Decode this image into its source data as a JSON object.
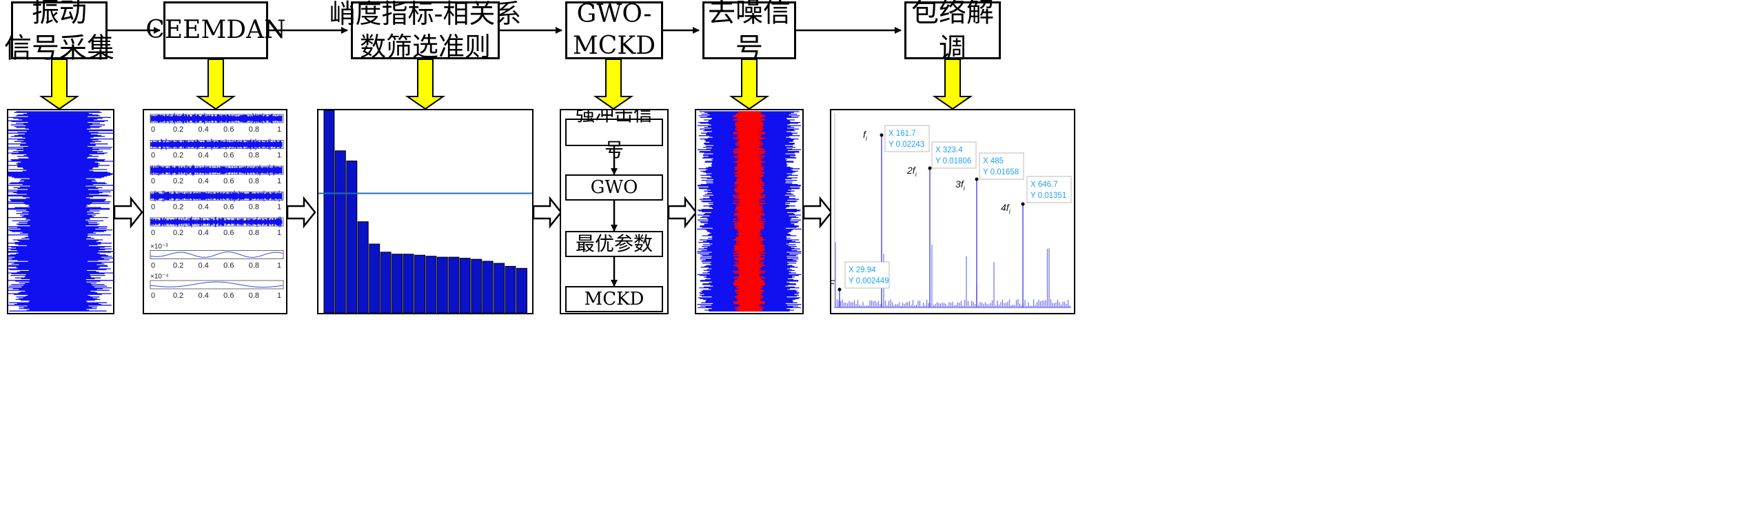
{
  "steps": [
    {
      "label": "振动\n信号采集"
    },
    {
      "label": "CEEMDAN"
    },
    {
      "label": "峭度指标-相关系\n数筛选准则"
    },
    {
      "label": "GWO-\nMCKD"
    },
    {
      "label": "去噪信号"
    },
    {
      "label": "包络解调"
    }
  ],
  "mckd_flow": [
    "强冲击信号",
    "GWO",
    "最优参数",
    "MCKD"
  ],
  "imf_panel": {
    "tick_labels": [
      "0",
      "0.2",
      "0.4",
      "0.6",
      "0.8",
      "1"
    ],
    "exp_labels": [
      "×10⁻³",
      "×10⁻⁴"
    ]
  },
  "kurtosis_chart": {
    "type": "bar",
    "values": [
      100,
      80,
      75,
      45,
      34,
      30,
      29,
      29,
      28.5,
      28,
      27.5,
      27.5,
      27,
      26.5,
      25.5,
      24.5,
      23,
      22
    ],
    "threshold": 59,
    "ylim": [
      0,
      100
    ],
    "colors": {
      "bar": "#0a12c8",
      "threshold": "#1f6fb5"
    }
  },
  "spectrum": {
    "type": "bar",
    "markers": [
      {
        "sym": "f",
        "sub": "i",
        "mult": "",
        "x_label": "X 161.7",
        "y_label": "Y 0.02243"
      },
      {
        "sym": "f",
        "sub": "i",
        "mult": "2",
        "x_label": "X 323.4",
        "y_label": "Y 0.01806"
      },
      {
        "sym": "f",
        "sub": "i",
        "mult": "3",
        "x_label": "X 485",
        "y_label": "Y 0.01658"
      },
      {
        "sym": "f",
        "sub": "i",
        "mult": "4",
        "x_label": "X 646.7",
        "y_label": "Y 0.01351"
      },
      {
        "sym": "F",
        "sub": "",
        "mult": "",
        "x_label": "X 29.94",
        "y_label": "Y 0.002449"
      }
    ],
    "colors": {
      "line": "#7878f0",
      "label": "#1ea0ff"
    }
  },
  "colors": {
    "arrow_yellow": "#ffff00",
    "signal_blue": "#1010f0",
    "signal_red": "#ff0000"
  }
}
